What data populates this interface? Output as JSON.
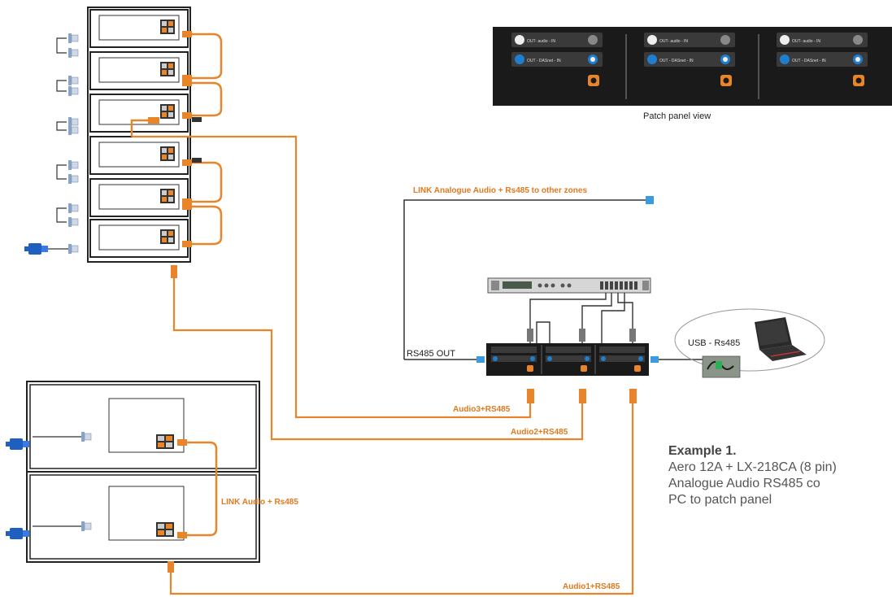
{
  "labels": {
    "patch_panel_view": "Patch panel view",
    "link_zones": "LINK Analogue Audio + Rs485 to other zones",
    "rs485_out": "RS485 OUT",
    "usb_rs485": "USB - Rs485",
    "audio3": "Audio3+RS485",
    "audio2": "Audio2+RS485",
    "audio1": "Audio1+RS485",
    "link_audio": "LINK Audio + Rs485"
  },
  "patch_panel": {
    "row1": "OUT- audio - IN",
    "row2": "OUT - DASnet - IN"
  },
  "caption": {
    "title": "Example 1.",
    "line1": "Aero 12A + LX-218CA (8 pin)",
    "line2": "Analogue Audio RS485 co",
    "line3": "PC to patch panel"
  },
  "colors": {
    "cable": "#e8852a",
    "panel": "#1a1a1a",
    "outline": "#222222"
  }
}
